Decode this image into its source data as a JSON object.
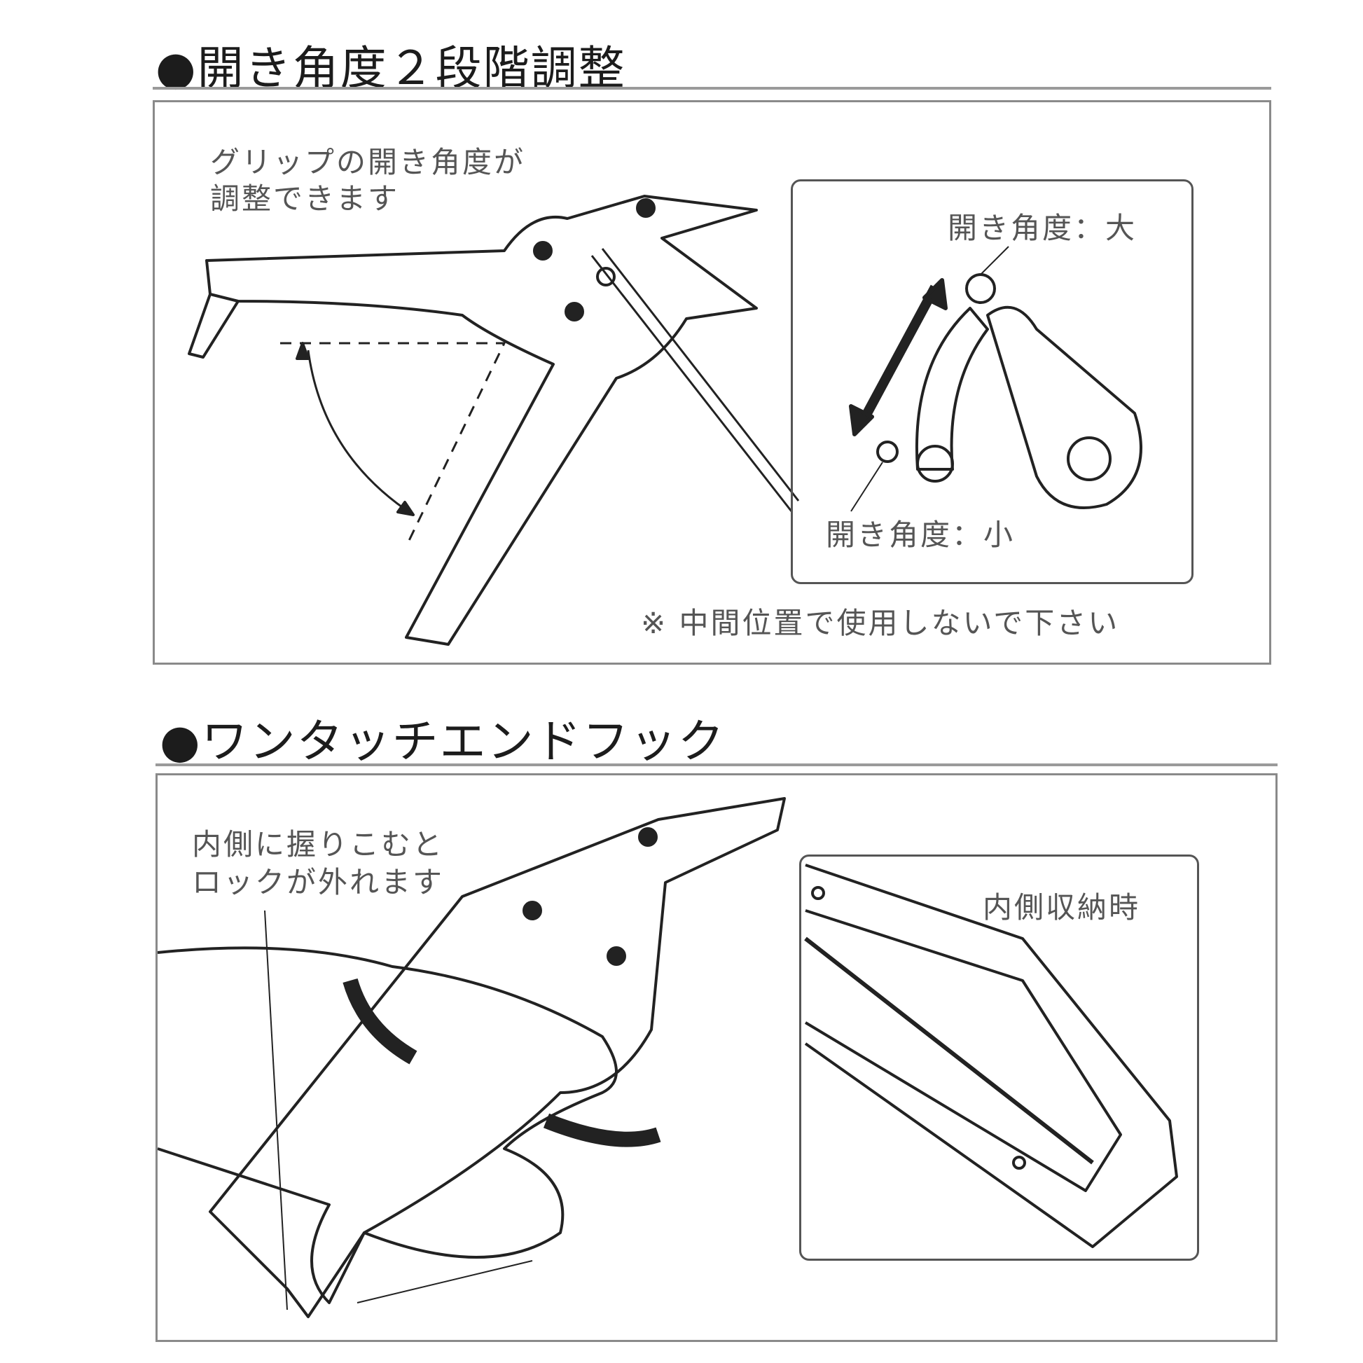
{
  "section1": {
    "title": "●開き角度２段階調整",
    "caption_line1": "グリップの開き角度が",
    "caption_line2": "調整できます",
    "label_large": "開き角度：大",
    "label_small": "開き角度：小",
    "note": "※ 中間位置で使用しないで下さい"
  },
  "section2": {
    "title": "●ワンタッチエンドフック",
    "caption_line1": "内側に握りこむと",
    "caption_line2": "ロックが外れます",
    "inset_label": "内側収納時"
  }
}
